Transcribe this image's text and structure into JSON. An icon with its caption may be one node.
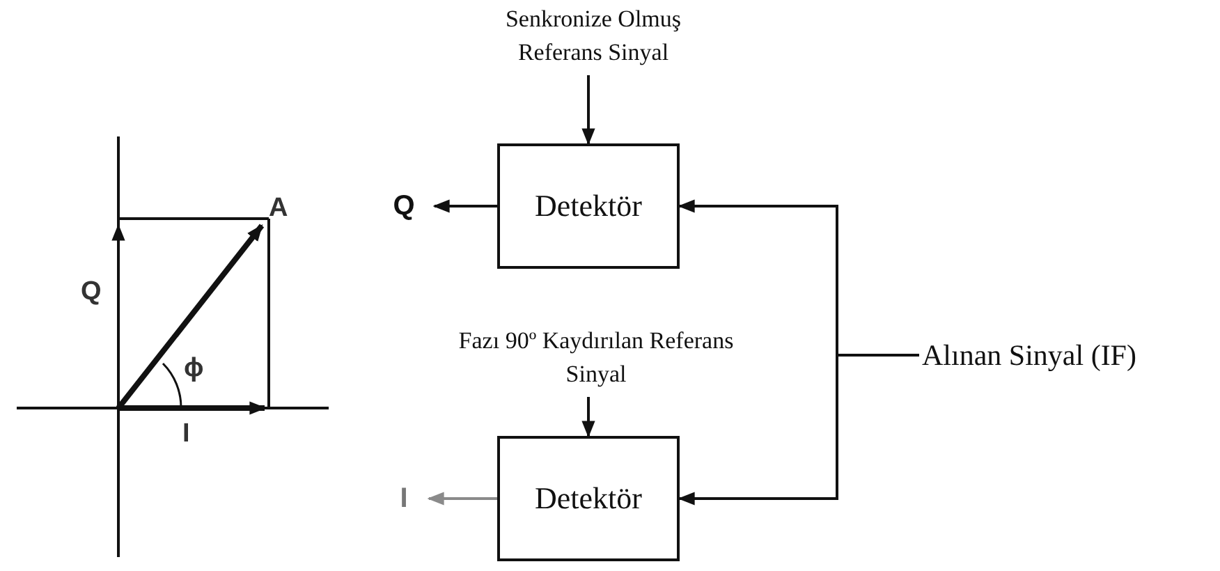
{
  "diagram": {
    "nodes": [
      {
        "text": [
          "Senkronize Olmuş Referans Sinyal"
        ]
      },
      {
        "text": [
          "Detektör"
        ]
      },
      {
        "text": [
          "Q"
        ]
      },
      {
        "text": [
          "Fazı 90º Kaydırılan Referans Sinyal"
        ]
      },
      {
        "text": [
          "Detektör"
        ]
      },
      {
        "text": [
          "I"
        ]
      },
      {
        "text": [
          "Alınan Sinyal (IF)"
        ]
      }
    ],
    "edges": [
      {
        "from": 0,
        "to": 1,
        "arrow": "to"
      },
      {
        "from": 1,
        "to": 2,
        "arrow": "to"
      },
      {
        "from": 3,
        "to": 4,
        "arrow": "to"
      },
      {
        "from": 4,
        "to": 5,
        "arrow": "to",
        "color": "#8a8a8a"
      },
      {
        "from": 6,
        "to": 1,
        "arrow": "to"
      },
      {
        "from": 6,
        "to": 4,
        "arrow": "to"
      }
    ],
    "labels": [
      "A",
      "Q",
      "ϕ",
      "I"
    ]
  }
}
